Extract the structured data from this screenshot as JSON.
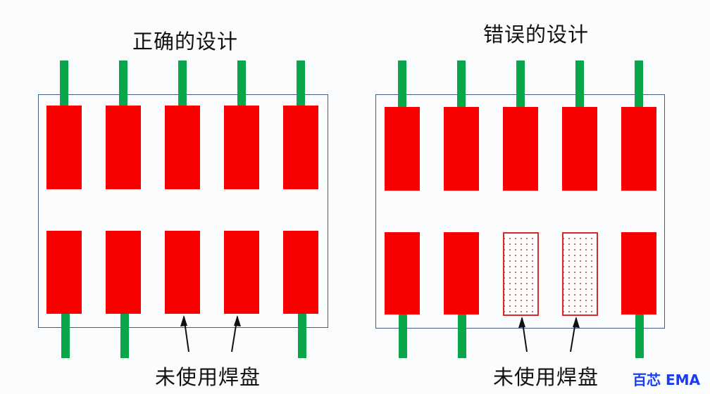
{
  "panels": [
    {
      "id": "correct",
      "title": "正确的设计",
      "callout_label": "未使用焊盘",
      "top_pads": [
        "used",
        "used",
        "used",
        "used",
        "used"
      ],
      "bottom_pads": [
        "used",
        "used",
        "unused-filled",
        "unused-filled",
        "used"
      ]
    },
    {
      "id": "wrong",
      "title": "错误的设计",
      "callout_label": "未使用焊盘",
      "top_pads": [
        "used",
        "used",
        "used",
        "used",
        "used"
      ],
      "bottom_pads": [
        "used",
        "used",
        "unused-hatched",
        "unused-hatched",
        "used"
      ]
    }
  ],
  "watermark": "百芯 EMA",
  "colors": {
    "pad": "#f80000",
    "trace": "#0aa64a",
    "board_outline": "#3f5c8c",
    "unused_pad_outline": "#d42a2a",
    "watermark": "#1a3cf0"
  }
}
